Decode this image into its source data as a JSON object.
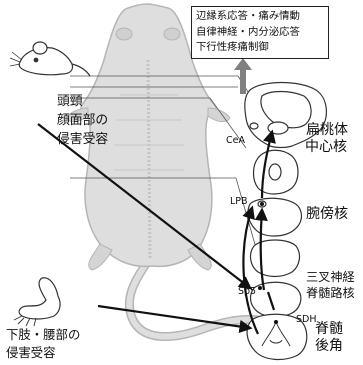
{
  "output_box": {
    "lines": "辺縁系応答・痛み情動\n自律神経・内分泌応答\n下行性疼痛制御"
  },
  "left_labels": {
    "face": "頭頸\n顔面部の\n侵害受容",
    "limb": "下肢・腰部の\n侵害受容"
  },
  "regions": {
    "amygdala_main": "扁桃体",
    "amygdala_sub": "中心核",
    "parabrachial": "腕傍核",
    "trigeminal_main": "三叉神経",
    "trigeminal_sub": "脊髄路核",
    "spinal_main": "脊髄",
    "spinal_sub": "後角"
  },
  "abbreviations": {
    "cea": "CeA",
    "lpb": "LPB",
    "sp5": "Sp5",
    "sdh": "SDH"
  },
  "colors": {
    "rat_fill": "#dedede",
    "rat_outline": "#b5b5b5",
    "arrow": "#111111",
    "up_arrow": "#808080",
    "section_stroke": "#333333"
  }
}
